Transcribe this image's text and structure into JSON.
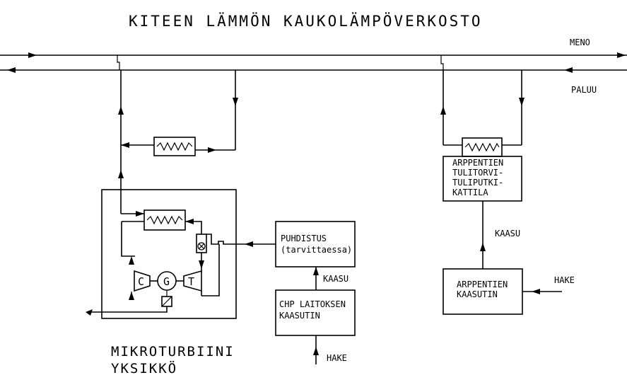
{
  "title": "KITEEN LÄMMÖN KAUKOLÄMPÖVERKOSTO",
  "flow": {
    "supply": "MENO",
    "return": "PALUU"
  },
  "purification": {
    "line1": "PUHDISTUS",
    "line2": "(tarvittaessa)"
  },
  "chp_gasifier": {
    "line1": "CHP LAITOKSEN",
    "line2": "KAASUTIN"
  },
  "boiler": {
    "line1": "ARPPENTIEN",
    "line2": "TULITORVI-",
    "line3": "TULIPUTKI-",
    "line4": "KATTILA"
  },
  "arppentien_gasifier": {
    "line1": "ARPPENTIEN",
    "line2": "KAASUTIN"
  },
  "fuel_labels": {
    "gas_chp": "KAASU",
    "gas_arppentien": "KAASU",
    "chips_chp": "HAKE",
    "chips_arppentien": "HAKE"
  },
  "micro_turbine": {
    "line1": "MIKROTURBIINI",
    "line2": "YKSIKKÖ"
  },
  "components": {
    "compressor": "C",
    "generator": "G",
    "turbine": "T"
  }
}
